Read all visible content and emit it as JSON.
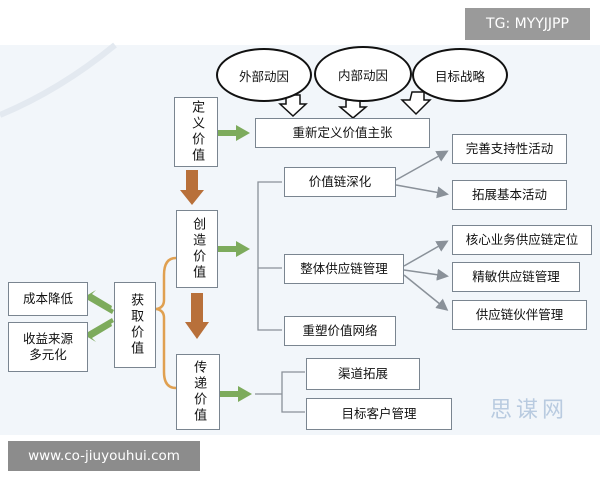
{
  "top_tag": "TG: MYYJJPP",
  "bottom_tag": "www.co-jiuyouhui.com",
  "watermark": "思谋网",
  "ellipses": [
    "外部动因",
    "内部动因",
    "目标战略"
  ],
  "stages": {
    "define": "定义价值",
    "create": "创造价值",
    "deliver": "传递价值",
    "capture": "获取价值"
  },
  "define_target": "重新定义价值主张",
  "create_branches": [
    "价值链深化",
    "整体供应链管理",
    "重塑价值网络"
  ],
  "chain_deepen_children": [
    "完善支持性活动",
    "拓展基本活动"
  ],
  "supply_chain_children": [
    "核心业务供应链定位",
    "精敏供应链管理",
    "供应链伙伴管理"
  ],
  "deliver_branches": [
    "渠道拓展",
    "目标客户管理"
  ],
  "capture_outcomes": [
    "成本降低",
    "收益来源多元化"
  ],
  "colors": {
    "green_arrow": "#7dab5c",
    "orange_arrow": "#b8703a",
    "brace": "#e0a050"
  }
}
